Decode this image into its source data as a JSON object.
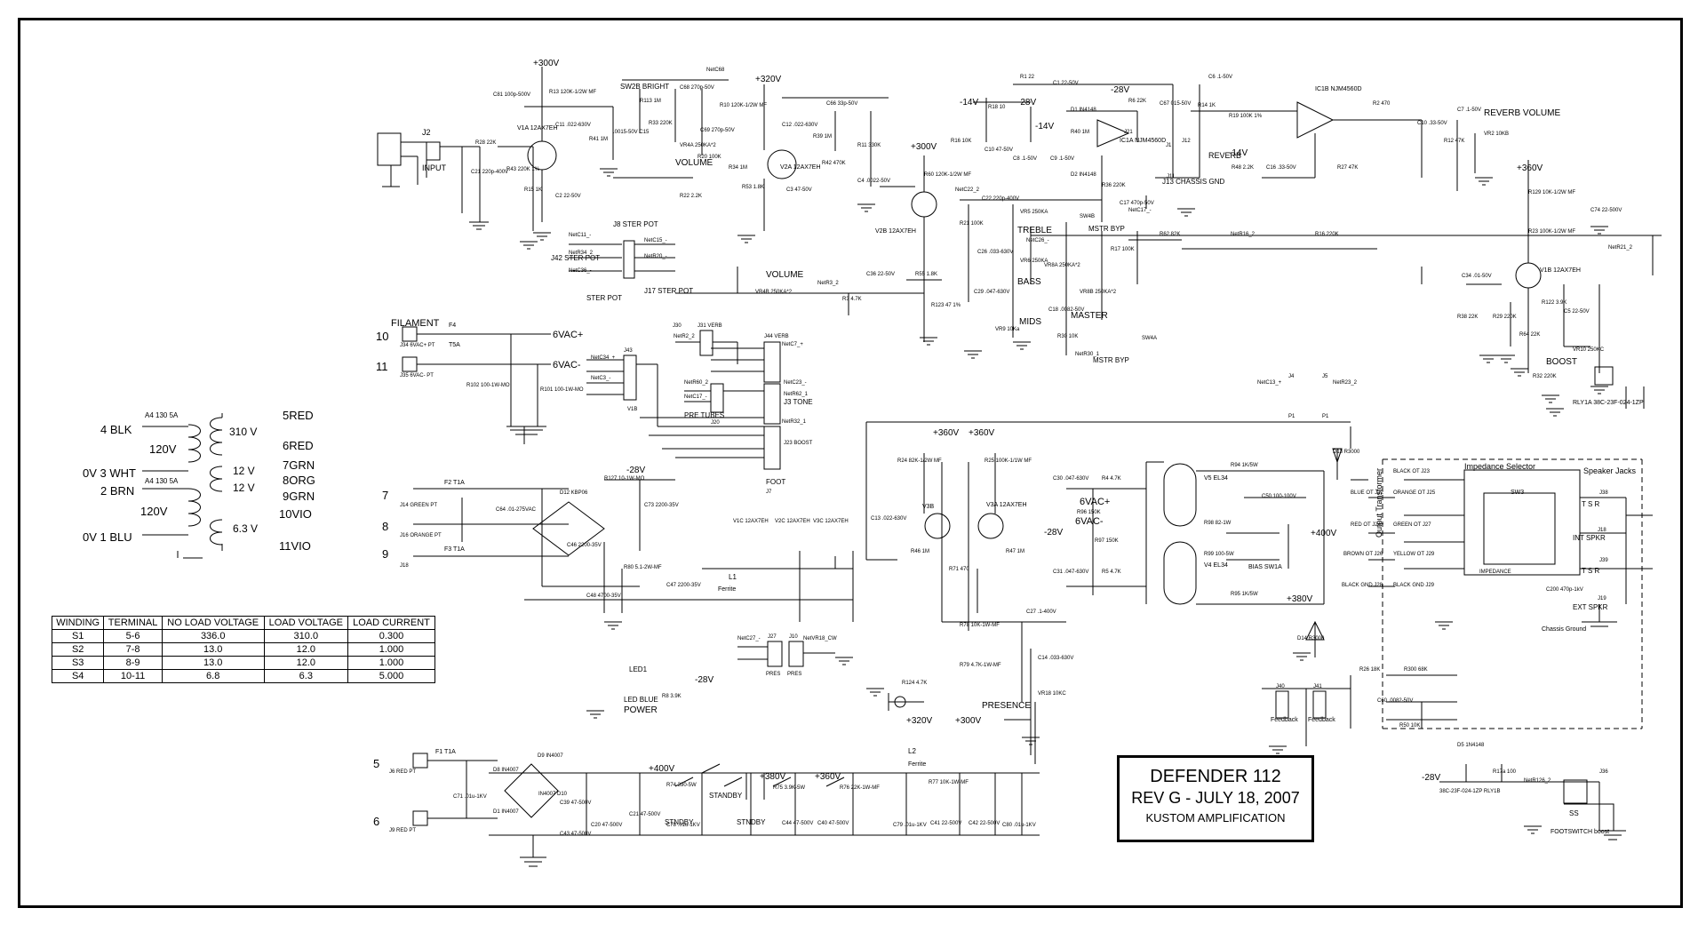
{
  "title_block": {
    "line1": "DEFENDER 112",
    "line2": "REV G - JULY 18, 2007",
    "line3": "KUSTOM AMPLIFICATION"
  },
  "winding_table": {
    "headers": [
      "WINDING",
      "TERMINAL",
      "NO LOAD VOLTAGE",
      "LOAD VOLTAGE",
      "LOAD CURRENT"
    ],
    "rows": [
      [
        "S1",
        "5-6",
        "336.0",
        "310.0",
        "0.300"
      ],
      [
        "S2",
        "7-8",
        "13.0",
        "12.0",
        "1.000"
      ],
      [
        "S3",
        "8-9",
        "13.0",
        "12.0",
        "1.000"
      ],
      [
        "S4",
        "10-11",
        "6.8",
        "6.3",
        "5.000"
      ]
    ]
  },
  "transformer": {
    "primary_fuse_top": "A4 130 5A",
    "primary_fuse_bottom": "A4 130 5A",
    "pin4": "4  BLK",
    "pin3": "0V 3 WHT",
    "pin2": "2  BRN",
    "pin1": "0V 1  BLU",
    "v120a": "120V",
    "v120b": "120V",
    "v310": "310 V",
    "v12a": "12  V",
    "v12b": "12  V",
    "v63": "6.3  V",
    "s5": "5RED",
    "s6": "6RED",
    "s7": "7GRN",
    "s8": "8ORG",
    "s9": "9GRN",
    "s10": "10VIO",
    "s11": "11VIO"
  },
  "filament": {
    "label": "FILAMENT",
    "n10": "10",
    "n11": "11",
    "j34": "J34 6VAC+ PT",
    "j35": "J35 6VAC- PT",
    "f4": "F4",
    "t5a": "T5A",
    "vplus": "6VAC+",
    "vminus": "6VAC-",
    "r102": "R102 100-1W-MO",
    "r101": "R101 100-1W-MO"
  },
  "labels": {
    "input": "INPUT",
    "j2": "J2",
    "p300_1": "+300V",
    "p320_1": "+320V",
    "p300_2": "+300V",
    "m14_1": "-14V",
    "m28_1": "-28V",
    "m28_2": "-28V",
    "m14_2": "-14V",
    "m14_3": "-14V",
    "p360_1": "+360V",
    "p360_2": "+360V",
    "p360_3": "+360V",
    "p400_1": "+400V",
    "p380_1": "+380V",
    "m28_3": "-28V",
    "m28_4": "-28V",
    "m28_5": "-28V",
    "p320_2": "+320V",
    "p300_3": "+300V",
    "p400_2": "+400V",
    "p380_2": "+380V",
    "p360_4": "+360V",
    "m28_6": "-28V",
    "volume1": "VOLUME",
    "volume2": "VOLUME",
    "bright": "SW2B BRIGHT",
    "reverb": "REVERB",
    "chassis_gnd": "J13 CHASSIS GND",
    "reverb_volume": "REVERB VOLUME",
    "treble": "TREBLE",
    "bass": "BASS",
    "mids": "MIDS",
    "master": "MASTER",
    "mstr_byp1": "MSTR BYP",
    "mstr_byp2": "MSTR BYP",
    "boost": "BOOST",
    "presence": "PRESENCE",
    "power": "POWER",
    "led_blue": "LED BLUE",
    "led1": "LED1",
    "standby1": "STANDBY",
    "standby2": "STNDBY",
    "standby3": "STNDBY",
    "impedance_selector": "Impedance Selector",
    "speaker_jacks": "Speaker Jacks",
    "output_transformer": "Output Transformer",
    "int_spkr": "INT SPKR",
    "ext_spkr": "EXT SPKR",
    "chassis_ground": "Chassis Ground",
    "feedback1": "Feedback",
    "feedback2": "Feedback",
    "footswitch": "FOOTSWITCH boost",
    "tone": "J3 TONE",
    "pre_tubes": "PRE TUBES",
    "foot": "FOOT",
    "ster_pot1": "J8 STER POT",
    "ster_pot2": "J42 STER POT",
    "ster_pot3": "STER POT",
    "ster_pot4": "J17 STER POT",
    "v1a": "V1A 12AX7EH",
    "v2a": "V2A 12AX7EH",
    "v2b": "V2B 12AX7EH",
    "v1b": "V1B 12AX7EH",
    "v3b": "V3B",
    "v3a": "V3A 12AX7EH",
    "v5": "V5 EL34",
    "v4": "V4 EL34",
    "ic1a": "IC1A NJM4560D",
    "ic1b": "IC1B NJM4560D",
    "bias": "BIAS SW1A",
    "rly1a": "RLY1A 38C-23F-024-1ZP",
    "ferrite1": "Ferrite",
    "ferrite2": "Ferrite",
    "l1": "L1",
    "l2": "L2",
    "six_vac_plus": "6VAC+",
    "six_vac_minus": "6VAC-",
    "n7": "7",
    "n8": "8",
    "n9": "9",
    "n5": "5",
    "n6": "6",
    "j14": "J14 GREEN PT",
    "j16": "J16 ORANGE PT",
    "j18": "J18",
    "j6": "J6 RED PT",
    "j9": "J9 RED PT",
    "f2": "F2 T1A",
    "f3": "F3 T1A",
    "f1": "F1 T1A",
    "d12": "D12 KBP06",
    "r127": "R127 10-1W-MO",
    "c73": "C73 2200-35V",
    "c64": "C64 .01-275VAC",
    "c46": "C46 2200-35V",
    "r80": "R80 5.1-2W-MF",
    "c47": "C47 2200-35V",
    "c48": "C48 4700-35V",
    "v1c_a": "V1C 12AX7EH",
    "v2c": "V2C 12AX7EH",
    "v3c": "V3C 12AX7EH",
    "d8": "D8 IN4007",
    "d9": "D9 IN4007",
    "d1": "D1 IN4007",
    "d10": "IN4007 D10",
    "c71": "C71 .01u-1KV",
    "r74": "R74 390-5W",
    "c78": "C78 .01u-1KV",
    "r75": "R75 3.9K-5W",
    "r76": "R76 22K-1W-MF",
    "r77": "R77 10K-1W-MF",
    "c79": "C79 .01u-1KV",
    "c80": "C80 .01u-1KV",
    "c41": "C41 22-500V",
    "c42": "C42 22-500V",
    "c44": "C44 47-500V",
    "c40": "C40 47-500V",
    "c39": "C39 47-500V",
    "c43": "C43 47-500V",
    "c20": "C20 47-500V",
    "c21": "C21 47-500V",
    "r8": "R8 3.9K",
    "r78": "R78 10K-1W-MF",
    "r79": "R79 4.7K-1W-MF",
    "r124": "R124 4.7K",
    "c14": "C14 .033-630V",
    "vr18": "VR18 10KC",
    "c27": "C27 .1-400V",
    "r71": "R71 470",
    "r46": "R46 1M",
    "r47": "R47 1M",
    "c13": "C13 .022-630V",
    "r24": "R24 82K-1/2W MF",
    "r25": "R25 100K-1/1W MF",
    "c30": "C30 .047-630V",
    "c31": "C31 .047-630V",
    "r4": "R4 4.7K",
    "r5": "R5 4.7K",
    "r96": "R96 150K",
    "r97": "R97 150K",
    "r94": "R94 1K/5W",
    "r95": "R95 1K/5W",
    "c50": "C50 100-100V",
    "r98": "R98 82-1W",
    "r99": "R99 100-5W",
    "d13": "D13 R3000",
    "d14": "D14 R3000",
    "r26": "R26 18K",
    "r300": "R300 68K",
    "c60": "C60 .0082-50V",
    "r50": "R50 10K",
    "c200": "C200 470p-1kV",
    "j40": "J40",
    "j41": "J41",
    "d5": "D5 1N4148",
    "rly1b": "38C-23F-024-1ZP RLY1B",
    "r17a": "R17a 100",
    "j36": "J36",
    "net_r126": "NetR126_2",
    "blue_ot": "BLUE OT J22",
    "red_ot": "RED OT J24",
    "brown_ot": "BROWN OT J26",
    "black_gnd1": "BLACK GND J28",
    "black_ot": "BLACK OT J23",
    "orange_ot": "ORANGE OT J25",
    "green_ot": "GREEN OT J27",
    "yellow_ot": "YELLOW OT J29",
    "black_gnd2": "BLACK GND J29",
    "sw3": "SW3",
    "impedance": "IMPEDANCE",
    "j38": "J38",
    "j39": "J39",
    "tsr1": "T S R",
    "tsr2": "T S R",
    "r28": "R28 22K",
    "c21b": "C21 220p-400V",
    "r43": "R43 220K 1%",
    "r15": "R15 1K",
    "c2": "C2 22-50V",
    "c81": "C81 100p-500V",
    "r13": "R13 120K-1/2W MF",
    "c11": "C11 .022-630V",
    "r41": "R41 1M",
    "c15": ".0015-50V C15",
    "r113": "R113 1M",
    "c68": "C68 270p-50V",
    "r33": "R33 220K",
    "c69": "C69 270p-50V",
    "vr4a": "VR4A 250KA*2",
    "r20": "R20 100K",
    "r22": "R22 2.2K",
    "r10": "R10 120K-1/2W MF",
    "c12": "C12 .022-630V",
    "c66": "C66 33p-50V",
    "r39": "R39 1M",
    "r11": "R11 330K",
    "r42": "R42 470K",
    "c4": "C4 .0022-50V",
    "r34": "R34 1M",
    "r53": "R53 1.8K",
    "c3": "C3 47-50V",
    "vr4b": "VR4B 250KA*2",
    "r3": "R3 4.7K",
    "c36": "C36 22-50V",
    "r55": "R55 1.8K",
    "r60": "R60 120K-1/2W MF",
    "r123": "R123 47 1%",
    "r1": "R1 22",
    "c1": "C1 22-50V",
    "r18": "R18 10",
    "r16": "R16 10K",
    "r6": "R6 22K",
    "c67": "C67 015-50V",
    "r14": "R14 1K",
    "c6": "C6 .1-50V",
    "r19": "R19 100K 1%",
    "d1b": "D1 IN4148",
    "d2": "D2 IN4148",
    "r40": "R40 1M",
    "c8": "C8 .1-50V",
    "c9": "C9 .1-50V",
    "c10": "C10 47-50V",
    "r36": "R36 220K",
    "c17": "C17 470p-50V",
    "r48": "R48 2.2K",
    "c16": "C16 .33-50V",
    "r27": "R27 47K",
    "r2": "R2 470",
    "c7": "C7 .1-50V",
    "c10b": "C10 .33-50V",
    "r12": "R12 47K",
    "vr2": "VR2 10KB",
    "c22": "C22 220p-400V",
    "r21": "R21 100K",
    "c26": "C26 .033-630V",
    "c29": "C29 .047-630V",
    "vr5": "VR5 250KA",
    "vr6": "VR6 250KA",
    "vr9": "VR9 10Ka",
    "r17": "R17 100K",
    "vr8a": "VR8A 250KA*2",
    "vr8b": "VR8B 250KA*2",
    "c18": "C18 .0082-50V",
    "r30": "R30 10K",
    "r62": "R62 82K",
    "r16b": "R16 220K",
    "r129": "R129 10K-1/2W MF",
    "c74": "C74 22-500V",
    "r23": "R23 100K-1/2W MF",
    "c34": "C34 .01-50V",
    "r38": "R38 22K",
    "r29": "R29 220K",
    "r64": "R64 22K",
    "r122": "R122 3.9K",
    "c5": "C5 22-50V",
    "vr10": "VR10 250KC",
    "r32": "R32 220K",
    "j30": "J30",
    "j31": "J31 VERB",
    "j44": "J44 VERB",
    "j43": "J43",
    "j23": "J23 BOOST",
    "j20": "J20",
    "j7": "J7",
    "j27": "J27",
    "j10": "J10",
    "pres": "PRES",
    "pres2": "PRES",
    "j4": "J4",
    "j5": "J5",
    "p1": "P1",
    "p2": "P1",
    "v1b_tag": "V1B",
    "sw4a": "SW4A",
    "sw4b": "SW4B",
    "j12": "J12",
    "j1": "J1",
    "j21": "J21",
    "j11": "J11",
    "j19": "J19",
    "ss": "SS",
    "netc11": "NetC11_-",
    "netc15": "NetC15_-",
    "netr34": "NetR34_2",
    "netr20": "NetR20_-",
    "netc36": "NetC36_-",
    "netr3": "NetR3_2",
    "netc34": "NetC34_+",
    "netc3": "NetC3_-",
    "netr2": "NetR2_2",
    "netc7": "NetC7_+",
    "netr16": "NetR16_2",
    "netr60": "NetR60_2",
    "netc17": "NetC17_-",
    "netr62": "NetR62_1",
    "netc23": "NetC23_-",
    "netr32": "NetR32_1",
    "netc27": "NetC27_-",
    "netvr18": "NetVR18_CW",
    "netc13": "NetC13_+",
    "netr23": "NetR23_2",
    "netr21": "NetR21_2",
    "netc68": "NetC68",
    "netc22": "NetC22_2",
    "netc26": "NetC26_-",
    "netr30": "NetR30_1",
    "netc17b": "NetC17_-"
  }
}
